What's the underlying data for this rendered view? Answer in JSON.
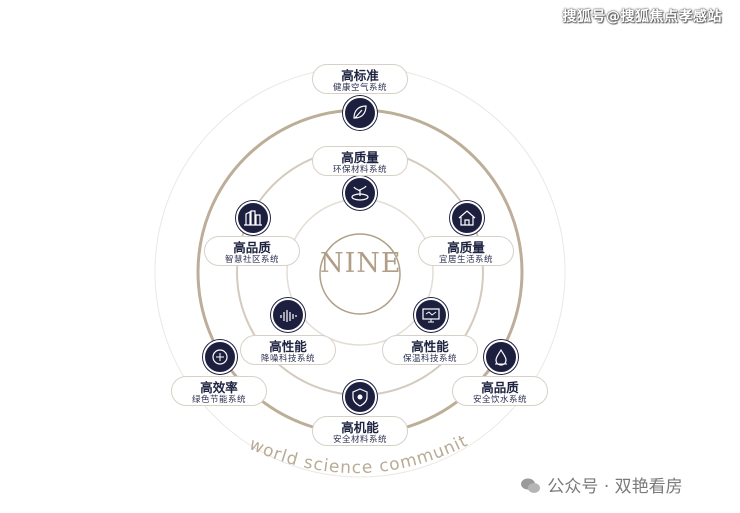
{
  "watermark_top": "搜狐号@搜狐焦点孝感站",
  "watermark_bottom": {
    "platform": "公众号",
    "separator": "·",
    "account": "双艳看房"
  },
  "center": "NINE",
  "arc_text": "world science community",
  "systems": [
    {
      "title": "高标准",
      "subtitle": "健康空气系统",
      "icon": "leaf-icon"
    },
    {
      "title": "高质量",
      "subtitle": "环保材料系统",
      "icon": "sprout-icon"
    },
    {
      "title": "高品质",
      "subtitle": "智慧社区系统",
      "icon": "buildings-icon"
    },
    {
      "title": "高质量",
      "subtitle": "宜居生活系统",
      "icon": "house-icon"
    },
    {
      "title": "高性能",
      "subtitle": "降噪科技系统",
      "icon": "sound-wave-icon"
    },
    {
      "title": "高性能",
      "subtitle": "保温科技系统",
      "icon": "monitor-icon"
    },
    {
      "title": "高效率",
      "subtitle": "绿色节能系统",
      "icon": "energy-icon"
    },
    {
      "title": "高品质",
      "subtitle": "安全饮水系统",
      "icon": "water-drop-icon"
    },
    {
      "title": "高机能",
      "subtitle": "安全材料系统",
      "icon": "shield-icon"
    }
  ],
  "colors": {
    "navy": "#1d1f3f",
    "gold": "#b09f86",
    "ring": "#c9bba8"
  }
}
